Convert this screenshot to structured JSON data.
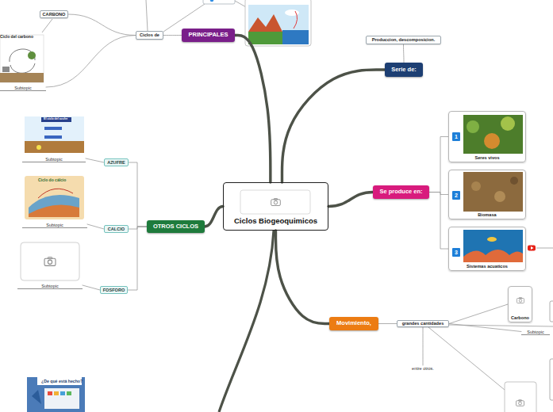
{
  "diagram": {
    "nodes": [
      {
        "text": [
          "Ciclos Biogeoquimicos"
        ]
      },
      {
        "text": [
          "PRINCIPALES"
        ]
      },
      {
        "text": [
          "Ciclos de"
        ]
      },
      {
        "text": [
          "CARBONO"
        ]
      },
      {
        "text": [
          "Subtopic"
        ]
      },
      {
        "text": [
          "Serie de:"
        ]
      },
      {
        "text": [
          "Produccion, descomposicion."
        ]
      },
      {
        "text": [
          "Se produce en:"
        ]
      },
      {
        "text": [
          "1",
          "Seres vivos"
        ]
      },
      {
        "text": [
          "2",
          "Biomasa"
        ]
      },
      {
        "text": [
          "3",
          "Sistemas acuaticos"
        ]
      },
      {
        "text": [
          "OTROS CICLOS"
        ]
      },
      {
        "text": [
          "AZUFRE"
        ]
      },
      {
        "text": [
          "Subtopic"
        ]
      },
      {
        "text": [
          "CALCIO"
        ]
      },
      {
        "text": [
          "Subtopic"
        ]
      },
      {
        "text": [
          "FOSFORO"
        ]
      },
      {
        "text": [
          "Subtopic"
        ]
      },
      {
        "text": [
          "Movimiento,"
        ]
      },
      {
        "text": [
          "grandes cantidades"
        ]
      },
      {
        "text": [
          "Carbono"
        ]
      },
      {
        "text": [
          "Subtopic"
        ]
      },
      {
        "text": [
          "entre otros."
        ]
      }
    ],
    "edges": [
      {
        "from": 0,
        "to": 1,
        "arrow": "none"
      },
      {
        "from": 1,
        "to": 2,
        "arrow": "none"
      },
      {
        "from": 2,
        "to": 3,
        "arrow": "none"
      },
      {
        "from": 2,
        "to": 4,
        "arrow": "none"
      },
      {
        "from": 0,
        "to": 5,
        "arrow": "none"
      },
      {
        "from": 5,
        "to": 6,
        "arrow": "none"
      },
      {
        "from": 0,
        "to": 7,
        "arrow": "none"
      },
      {
        "from": 7,
        "to": 8,
        "arrow": "none"
      },
      {
        "from": 7,
        "to": 9,
        "arrow": "none"
      },
      {
        "from": 7,
        "to": 10,
        "arrow": "none"
      },
      {
        "from": 0,
        "to": 11,
        "arrow": "none"
      },
      {
        "from": 11,
        "to": 12,
        "arrow": "none"
      },
      {
        "from": 11,
        "to": 14,
        "arrow": "none"
      },
      {
        "from": 11,
        "to": 16,
        "arrow": "none"
      },
      {
        "from": 12,
        "to": 13,
        "arrow": "none"
      },
      {
        "from": 14,
        "to": 15,
        "arrow": "none"
      },
      {
        "from": 16,
        "to": 17,
        "arrow": "none"
      },
      {
        "from": 0,
        "to": 18,
        "arrow": "none"
      },
      {
        "from": 18,
        "to": 19,
        "arrow": "none"
      },
      {
        "from": 19,
        "to": 20,
        "arrow": "none"
      },
      {
        "from": 19,
        "to": 21,
        "arrow": "none"
      },
      {
        "from": 19,
        "to": 22,
        "arrow": "none"
      }
    ],
    "labels": [
      "Ciclo del carbono",
      "El ciclo del azufre",
      "Ciclo do cálcio",
      "¿De qué está hecho?"
    ]
  }
}
